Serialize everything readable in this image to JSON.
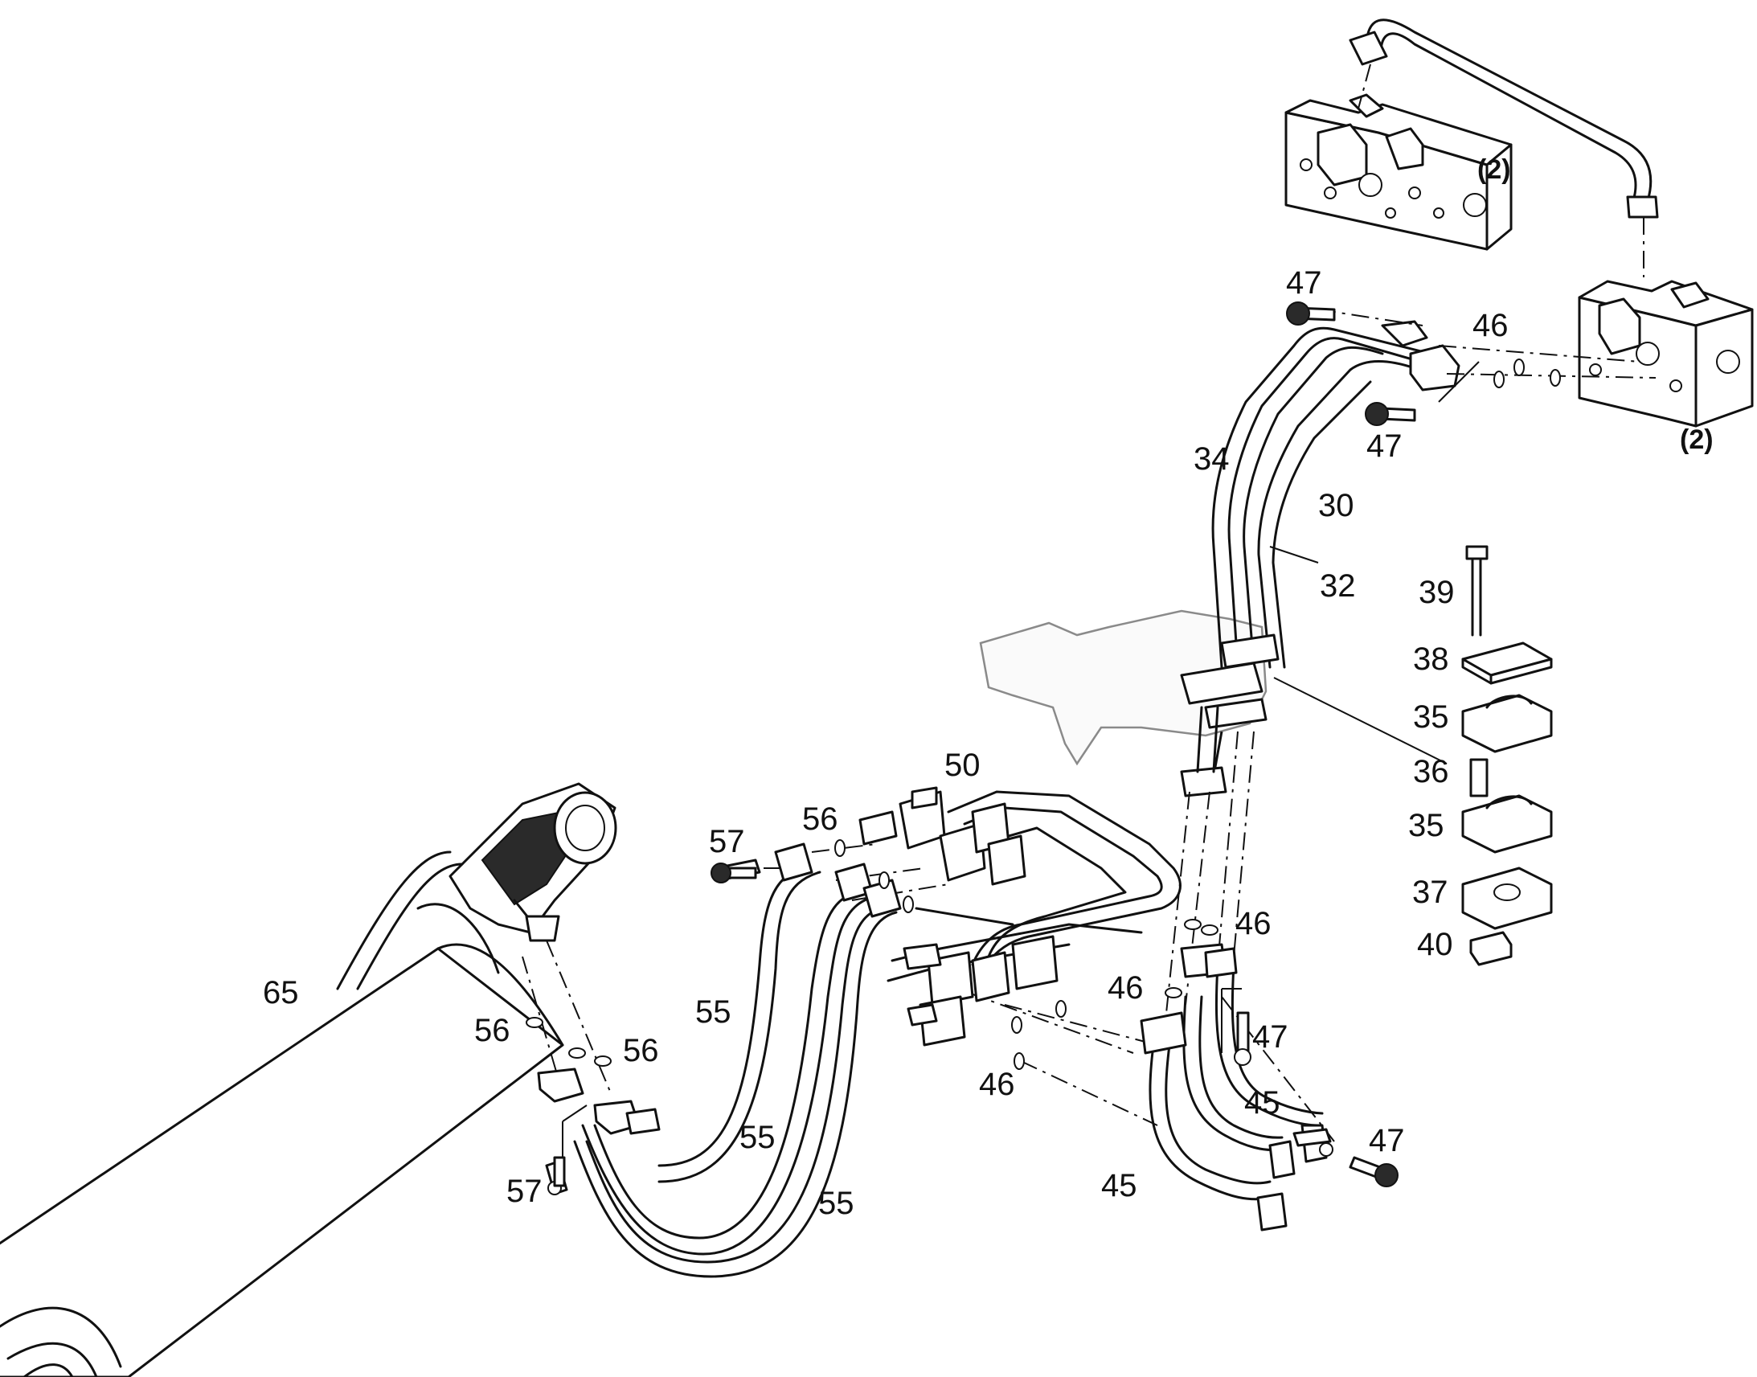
{
  "callouts": [
    {
      "id": "c-65",
      "text": "65"
    },
    {
      "id": "c-56a",
      "text": "56"
    },
    {
      "id": "c-56b",
      "text": "56"
    },
    {
      "id": "c-56c",
      "text": "56"
    },
    {
      "id": "c-57a",
      "text": "57"
    },
    {
      "id": "c-57b",
      "text": "57"
    },
    {
      "id": "c-55a",
      "text": "55"
    },
    {
      "id": "c-55b",
      "text": "55"
    },
    {
      "id": "c-55c",
      "text": "55"
    },
    {
      "id": "c-50",
      "text": "50"
    },
    {
      "id": "c-46a",
      "text": "46"
    },
    {
      "id": "c-46b",
      "text": "46"
    },
    {
      "id": "c-46c",
      "text": "46"
    },
    {
      "id": "c-46d",
      "text": "46"
    },
    {
      "id": "c-45a",
      "text": "45"
    },
    {
      "id": "c-45b",
      "text": "45"
    },
    {
      "id": "c-47a",
      "text": "47"
    },
    {
      "id": "c-47b",
      "text": "47"
    },
    {
      "id": "c-47c",
      "text": "47"
    },
    {
      "id": "c-47d",
      "text": "47"
    },
    {
      "id": "c-34",
      "text": "34"
    },
    {
      "id": "c-30",
      "text": "30"
    },
    {
      "id": "c-32",
      "text": "32"
    },
    {
      "id": "c-36",
      "text": "36"
    },
    {
      "id": "c-39",
      "text": "39"
    },
    {
      "id": "c-38",
      "text": "38"
    },
    {
      "id": "c-35a",
      "text": "35"
    },
    {
      "id": "c-35b",
      "text": "35"
    },
    {
      "id": "c-37",
      "text": "37"
    },
    {
      "id": "c-40",
      "text": "40"
    },
    {
      "id": "c-2a",
      "text": "(2)"
    },
    {
      "id": "c-2b",
      "text": "(2)"
    }
  ]
}
